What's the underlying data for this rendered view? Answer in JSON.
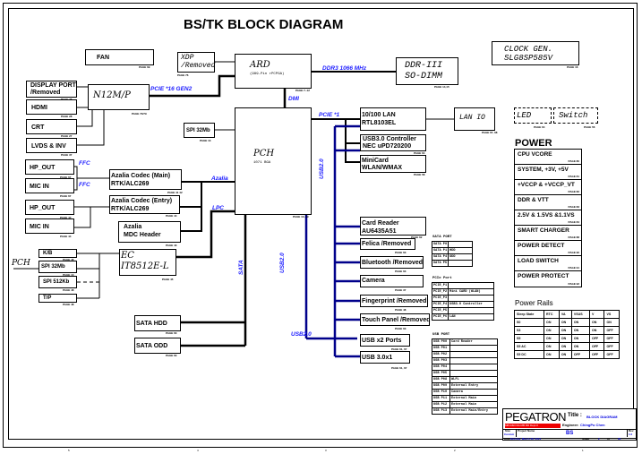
{
  "title": "BS/TK BLOCK DIAGRAM",
  "blocks": {
    "fan": {
      "label": "FAN",
      "page": "PAGE 69"
    },
    "xdp": {
      "line1": "XDP",
      "line2": "/Removed",
      "page": "PAGE 76"
    },
    "ard": {
      "label": "ARD",
      "sub": "(989-Pin rPCPGA)",
      "page": "PAGE 7~12"
    },
    "ddr": {
      "line1": "DDR-III",
      "line2": "SO-DIMM",
      "page": "PAGE 14,15"
    },
    "clock": {
      "line1": "CLOCK GEN.",
      "line2": "SLG8SP585V",
      "page": "PAGE 16"
    },
    "display_port": {
      "line1": "DISPLAY PORT",
      "line2": "/Removed",
      "page": "PAGE 45"
    },
    "hdmi": {
      "label": "HDMI",
      "page": "PAGE 28"
    },
    "crt": {
      "label": "CRT",
      "page": "PAGE 27"
    },
    "lvds": {
      "label": "LVDS & INV",
      "page": "PAGE 37"
    },
    "n12m": {
      "label": "N12M/P",
      "page": "PAGE 70/79"
    },
    "spi_pch": {
      "label": "SPI 32Mb",
      "page": "PAGE 13"
    },
    "pch": {
      "label": "PCH",
      "sub": "1071 BGA",
      "page": "PAGE 13~19"
    },
    "lan": {
      "line1": "10/100 LAN",
      "line2": "RTL8103EL"
    },
    "lan_io": {
      "label": "LAN IO",
      "page": "PAGE 67, 68"
    },
    "usb3_ctrl": {
      "line1": "USB3.0 Controller",
      "line2": "NEC uPD720200",
      "page": "PAGE 64"
    },
    "minicard": {
      "line1": "MiniCard",
      "line2": "WLAN/WMAX",
      "page": "PAGE 58"
    },
    "led": {
      "label": "LED",
      "page": "PAGE 64"
    },
    "switch": {
      "label": "Switch",
      "page": "PAGE 56"
    },
    "hp_out1": {
      "label": "HP_OUT",
      "page": "PAGE 67"
    },
    "mic_in1": {
      "label": "MIC IN",
      "page": "PAGE 67"
    },
    "hp_out2": {
      "label": "HP_OUT",
      "page": "PAGE 44"
    },
    "mic_in2": {
      "label": "MIC IN",
      "page": "PAGE 44"
    },
    "codec_main": {
      "line1": "Azalia Codec (Main)",
      "line2": "RTK/ALC269",
      "page": "PAGE 41 42"
    },
    "codec_entry": {
      "line1": "Azalia Codec (Entry)",
      "line2": "RTK/ALC269",
      "page": "PAGE 44"
    },
    "mdc": {
      "line1": "Azalia",
      "line2": "MDC Header",
      "page": "PAGE 43"
    },
    "kb": {
      "label": "K/B",
      "page": "PAGE 46"
    },
    "spi32_ec": {
      "label": "SPI 32Mb",
      "page": "PAGE 13"
    },
    "spi512": {
      "label": "SPI 512Kb",
      "page": "PAGE 48"
    },
    "tp": {
      "label": "T/P",
      "page": "PAGE 48"
    },
    "ec": {
      "line1": "EC",
      "line2": "IT8512E-L",
      "page": "PAGE 45"
    },
    "pch_ext": {
      "label": "PCH"
    },
    "sata_hdd": {
      "label": "SATA HDD",
      "page": "PAGE 60"
    },
    "sata_odd": {
      "label": "SATA ODD",
      "page": "PAGE 60"
    },
    "card_reader": {
      "line1": "Card Reader",
      "line2": "AU6435A51",
      "page": "PAGE 62"
    },
    "felica": {
      "label": "Felica /Removed",
      "page": "PAGE 63"
    },
    "bluetooth": {
      "label": "Bluetooth /Removed",
      "page": "PAGE 63"
    },
    "camera": {
      "label": "Camera",
      "page": "PAGE 37"
    },
    "fingerprint": {
      "label": "Fingerprint /Removed",
      "page": "PAGE 48"
    },
    "touch_panel": {
      "label": "Touch Panel /Removed",
      "page": "PAGE 63"
    },
    "usb_x2": {
      "label": "USB x2 Ports",
      "page": "PAGE 61, 67"
    },
    "usb30": {
      "label": "USB 3.0x1",
      "page": "PAGE 61, 67"
    }
  },
  "buses": {
    "pcie16": "PCIE *16 GEN2",
    "ddr3": "DDR3 1066 MHz",
    "dmi": "DMI",
    "pcie1": "PCIE *1",
    "ffc1": "FFC",
    "ffc2": "FFC",
    "azalia": "Azalia",
    "lpc": "LPC",
    "sata": "SATA",
    "usb2_a": "USB2.0",
    "usb2_b": "USB2.0",
    "usb2_c": "USB2.0"
  },
  "power": {
    "title": "POWER",
    "items": [
      {
        "label": "CPU VCORE",
        "page": "PAGE 80"
      },
      {
        "label": "SYSTEM, +3V, +5V",
        "page": "PAGE 81"
      },
      {
        "label": "+VCCP & +VCCP_VT",
        "page": "PAGE 82"
      },
      {
        "label": "DDR & VTT",
        "page": "PAGE 83"
      },
      {
        "label": "2.5V & 1.5VS &1.1VS",
        "page": "PAGE 84"
      },
      {
        "label": "SMART CHARGER",
        "page": "PAGE 88"
      },
      {
        "label": "POWER DETECT",
        "page": "PAGE 90"
      },
      {
        "label": "LOAD SWITCH",
        "page": "PAGE 91"
      },
      {
        "label": "POWER PROTECT",
        "page": "PAGE 92"
      }
    ]
  },
  "sata_port": {
    "title": "SATA PORT",
    "rows": [
      [
        "SATA P0",
        ""
      ],
      [
        "SATA P1",
        "HDD"
      ],
      [
        "SATA P4",
        "ODD"
      ],
      [
        "SATA P5",
        ""
      ]
    ]
  },
  "pcie_port": {
    "title": "PCIe Port",
    "rows": [
      [
        "PCIE_P1",
        ""
      ],
      [
        "PCIE_P2",
        "Mini CARD (WLAN)"
      ],
      [
        "PCIE_P3",
        ""
      ],
      [
        "PCIE_P4",
        "USB3.0 Controller"
      ],
      [
        "PCIE_P5",
        ""
      ],
      [
        "PCIE_P6",
        "LAN"
      ]
    ]
  },
  "usb_port": {
    "title": "USB PORT",
    "rows": [
      [
        "USB P00",
        "Card Reader"
      ],
      [
        "USB P01",
        ""
      ],
      [
        "USB P02",
        ""
      ],
      [
        "USB P03",
        ""
      ],
      [
        "USB P04",
        ""
      ],
      [
        "USB P05",
        ""
      ],
      [
        "USB P08",
        "WLFL"
      ],
      [
        "USB P09",
        "External Entry"
      ],
      [
        "USB P10",
        "Camera"
      ],
      [
        "USB P11",
        "External Main"
      ],
      [
        "USB P12",
        "External Main"
      ],
      [
        "USB P13",
        "External Main/Entry"
      ]
    ]
  },
  "power_rails": {
    "title": "Power Rails",
    "headers": [
      "Sleep State",
      "RTC",
      "VA",
      "VSUS",
      "V",
      "VS"
    ],
    "rows": [
      [
        "S0",
        "ON",
        "ON",
        "ON",
        "ON",
        "ON"
      ],
      [
        "S3",
        "ON",
        "ON",
        "ON",
        "ON",
        "OFF"
      ],
      [
        "S5",
        "ON",
        "ON",
        "ON",
        "OFF",
        "OFF"
      ],
      [
        "S5 AC",
        "ON",
        "ON",
        "ON",
        "OFF",
        "OFF"
      ],
      [
        "S5 DC",
        "ON",
        "ON",
        "OFF",
        "OFF",
        "OFF"
      ]
    ]
  },
  "title_block": {
    "company": "PEGATRON",
    "title_label": "Title :",
    "title_value": "BLOCK DIAGRAM",
    "division": "MB R&D Div.MB RD Dept.II",
    "engineer_label": "Engineer:",
    "engineer": "ChingPo Chen",
    "size_label": "Size",
    "size": "Custom",
    "project_label": "Project Name",
    "project": "BS",
    "rev_label": "Rev",
    "rev": "1.0",
    "date_label": "Date:",
    "date": "Monday, March 08, 2010",
    "sheet_label": "Sheet",
    "sheet": "2",
    "of_label": "of",
    "sheets": "95"
  },
  "ruler": [
    "5",
    "4",
    "3",
    "2",
    "1"
  ],
  "accent_colors": {
    "bus_label": "#1a1aff",
    "usb_bus": "#00008b",
    "title_red": "#e00000"
  }
}
